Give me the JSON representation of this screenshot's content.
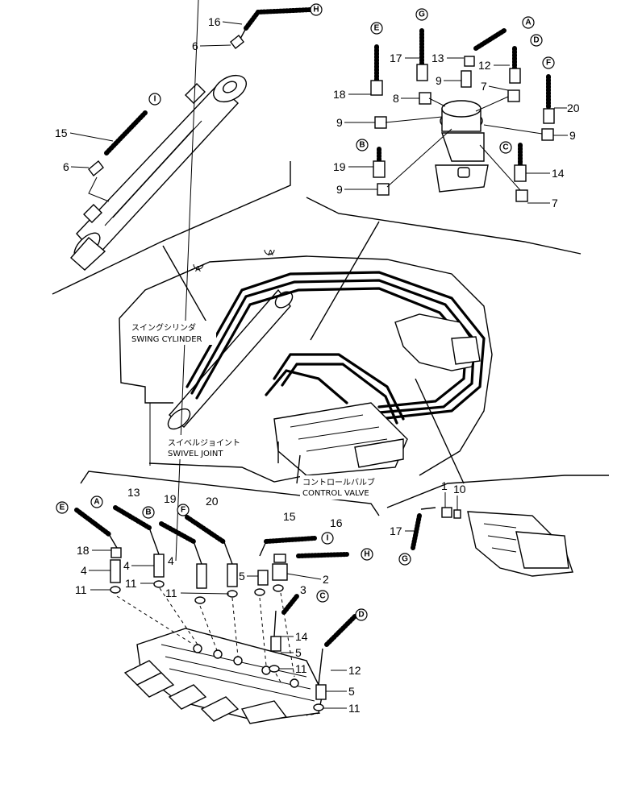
{
  "callouts": {
    "n1": "1",
    "n2": "2",
    "n3": "3",
    "n4a": "4",
    "n4b": "4",
    "n4c": "4",
    "n5a": "5",
    "n5b": "5",
    "n5c": "5",
    "n6a": "6",
    "n6b": "6",
    "n7a": "7",
    "n7b": "7",
    "n8": "8",
    "n9a": "9",
    "n9b": "9",
    "n9c": "9",
    "n9d": "9",
    "n10": "10",
    "n11a": "11",
    "n11b": "11",
    "n11c": "11",
    "n11d": "11",
    "n11e": "11",
    "n12a": "12",
    "n12b": "12",
    "n13a": "13",
    "n13b": "13",
    "n14a": "14",
    "n14b": "14",
    "n15a": "15",
    "n15b": "15",
    "n16a": "16",
    "n16b": "16",
    "n17a": "17",
    "n17b": "17",
    "n18a": "18",
    "n18b": "18",
    "n19a": "19",
    "n19b": "19",
    "n20a": "20",
    "n20b": "20"
  },
  "connectors": {
    "A_top": "A",
    "B_top": "B",
    "C_top": "C",
    "D_top": "D",
    "E_top": "E",
    "F_top": "F",
    "G_top": "G",
    "H_top": "H",
    "I_top": "I",
    "A_bot": "A",
    "B_bot": "B",
    "C_bot": "C",
    "D_bot": "D",
    "E_bot": "E",
    "F_bot": "F",
    "G_bot": "G",
    "H_bot": "H",
    "I_bot": "I"
  },
  "labels": {
    "swing_jp": "スイングシリンダ",
    "swing_en": "SWING CYLINDER",
    "swivel_jp": "スイベルジョイント",
    "swivel_en": "SWIVEL JOINT",
    "control_jp": "コントロールバルブ",
    "control_en": "CONTROL VALVE",
    "mark_a1": "A",
    "mark_a2": "A"
  }
}
